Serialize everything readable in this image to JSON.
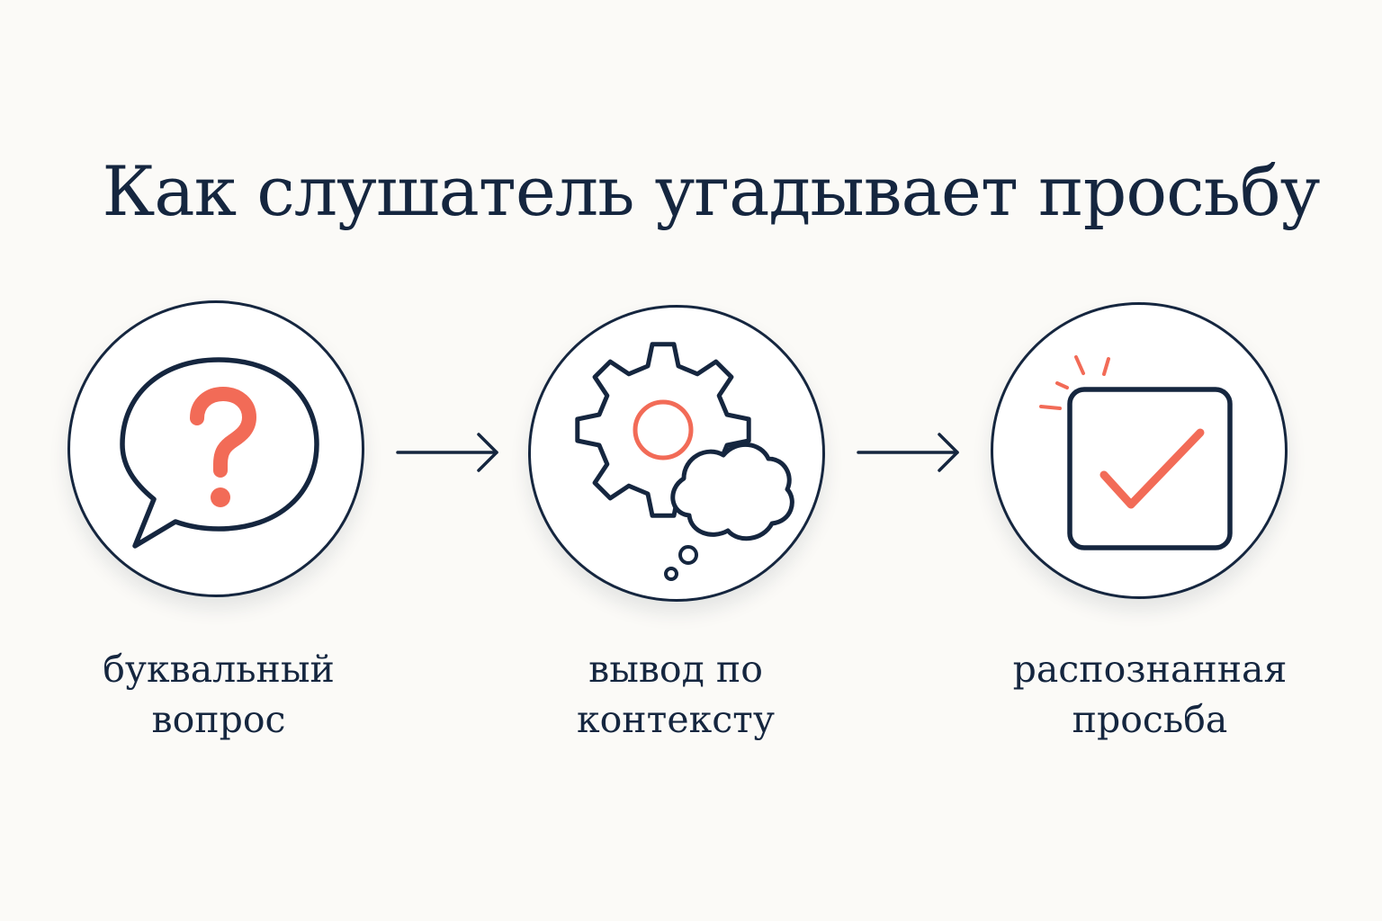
{
  "title": "Как слушатель угадывает просьбу",
  "colors": {
    "background": "#fbfaf7",
    "ink": "#15263f",
    "accent": "#f26b57"
  },
  "steps": [
    {
      "icon": "question-speech-bubble-icon",
      "label_line1": "буквальный",
      "label_line2": "вопрос"
    },
    {
      "icon": "gear-thought-cloud-icon",
      "label_line1": "вывод по",
      "label_line2": "контексту"
    },
    {
      "icon": "checkbox-checkmark-icon",
      "label_line1": "распознанная",
      "label_line2": "просьба"
    }
  ],
  "connectors": [
    "arrow-right-icon",
    "arrow-right-icon"
  ]
}
